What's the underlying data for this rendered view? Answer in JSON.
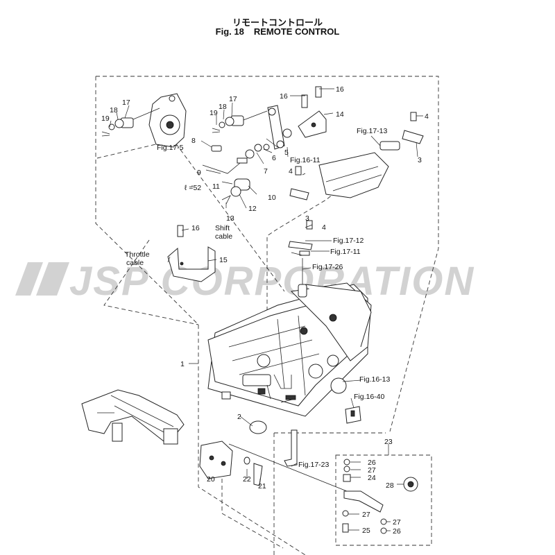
{
  "title": {
    "jp": "リモートコントロール",
    "fig": "Fig. 18",
    "name": "REMOTE CONTROL"
  },
  "watermark": "JSP CORPORATION",
  "labels": {
    "p1": "1",
    "p2": "2",
    "p3a": "3",
    "p3b": "3",
    "p4a": "4",
    "p4b": "4",
    "p4c": "4",
    "p5": "5",
    "p6": "6",
    "p7": "7",
    "p8": "8",
    "p9": "9",
    "p10": "10",
    "p11": "11",
    "p12": "12",
    "p13": "13",
    "p14": "14",
    "p15": "15",
    "p16a": "16",
    "p16b": "16",
    "p16c": "16",
    "p17a": "17",
    "p17b": "17",
    "p18a": "18",
    "p18b": "18",
    "p19a": "19",
    "p19b": "19",
    "p20": "20",
    "p21": "21",
    "p22": "22",
    "p23": "23",
    "p24": "24",
    "p25": "25",
    "p26a": "26",
    "p26b": "26",
    "p27a": "27",
    "p27b": "27",
    "p27c": "27",
    "p28": "28",
    "len": "ℓ =52",
    "shift1": "Shift",
    "shift2": "cable",
    "throttle1": "Throttle",
    "throttle2": "cable",
    "f17_5": "Fig.17-5",
    "f17_13": "Fig.17-13",
    "f16_11": "Fig.16-11",
    "f17_12": "Fig.17-12",
    "f17_11": "Fig.17-11",
    "f17_26": "Fig.17-26",
    "f16_13": "Fig.16-13",
    "f16_40": "Fig.16-40",
    "f17_23": "Fig.17-23"
  }
}
